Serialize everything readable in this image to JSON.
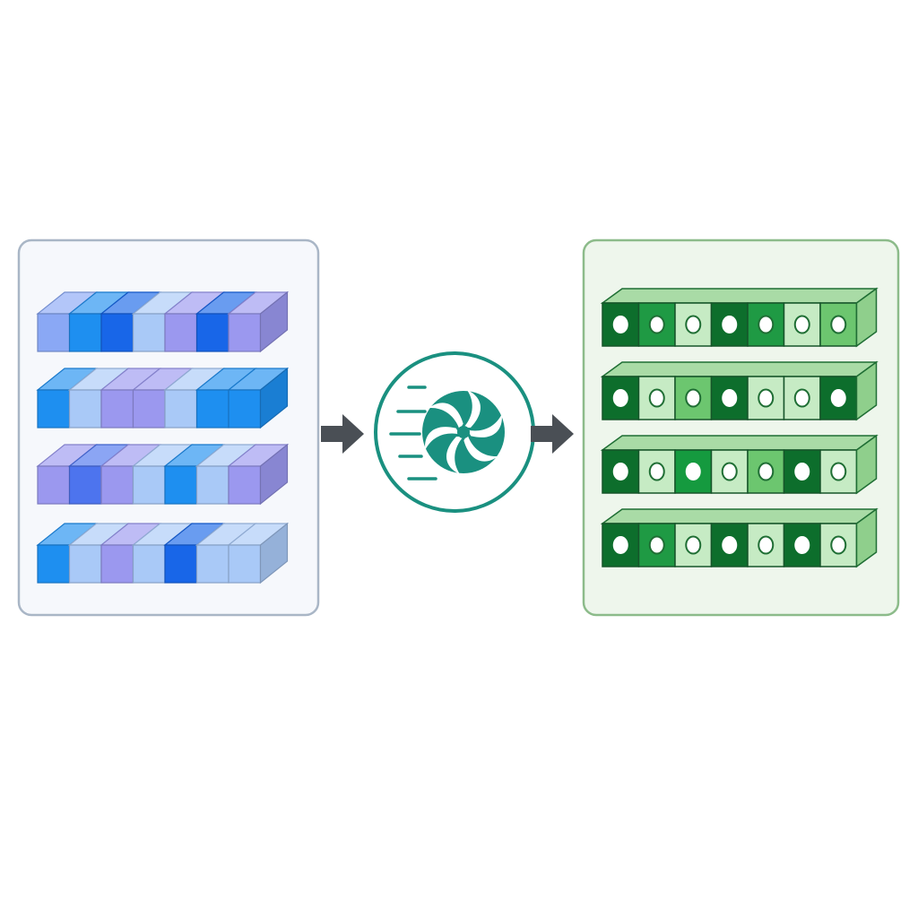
{
  "colors": {
    "background": "#ffffff",
    "input_panel_fill": "#f6f8fc",
    "input_panel_border": "#a9b6c6",
    "output_panel_fill": "#eef6ec",
    "output_panel_border": "#8cbb8a",
    "arrow": "#4a4f55",
    "circle_stroke": "#1a9080",
    "fan": "#1a9080",
    "blue_palette": [
      "#1e8ff0",
      "#4f92f2",
      "#8aa8f5",
      "#a9c9f7",
      "#9b98ef",
      "#1866e8",
      "#4d74ee"
    ],
    "green_palette": [
      "#0d6e2c",
      "#1f9a44",
      "#6cc66f",
      "#c6ebc4",
      "#159a3f"
    ]
  },
  "diagram": {
    "input_panel": {
      "name": "input-data-panel",
      "slabs": [
        {
          "cells": [
            "#8aa8f5",
            "#1e8ff0",
            "#1866e8",
            "#a9c9f7",
            "#9b98ef",
            "#1866e8",
            "#9b98ef"
          ]
        },
        {
          "cells": [
            "#1e8ff0",
            "#a9c9f7",
            "#9b98ef",
            "#9b98ef",
            "#a9c9f7",
            "#1e8ff0",
            "#1e8ff0"
          ]
        },
        {
          "cells": [
            "#9b98ef",
            "#4d74ee",
            "#9b98ef",
            "#a9c9f7",
            "#1e8ff0",
            "#a9c9f7",
            "#9b98ef"
          ]
        },
        {
          "cells": [
            "#1e8ff0",
            "#a9c9f7",
            "#9b98ef",
            "#a9c9f7",
            "#1866e8",
            "#a9c9f7",
            "#a9c9f7"
          ]
        }
      ]
    },
    "processor": {
      "icon": "fan-icon",
      "name": "processing-unit"
    },
    "output_panel": {
      "name": "output-data-panel",
      "rows": [
        {
          "cells": [
            "#0d6e2c",
            "#1f9a44",
            "#c6ebc4",
            "#0d6e2c",
            "#1f9a44",
            "#c6ebc4",
            "#6cc66f"
          ]
        },
        {
          "cells": [
            "#0d6e2c",
            "#c6ebc4",
            "#6cc66f",
            "#0d6e2c",
            "#c6ebc4",
            "#c6ebc4",
            "#0d6e2c"
          ]
        },
        {
          "cells": [
            "#0d6e2c",
            "#c6ebc4",
            "#159a3f",
            "#c6ebc4",
            "#6cc66f",
            "#0d6e2c",
            "#c6ebc4"
          ]
        },
        {
          "cells": [
            "#0d6e2c",
            "#1f9a44",
            "#c6ebc4",
            "#0d6e2c",
            "#c6ebc4",
            "#0d6e2c",
            "#c6ebc4"
          ]
        }
      ]
    }
  }
}
